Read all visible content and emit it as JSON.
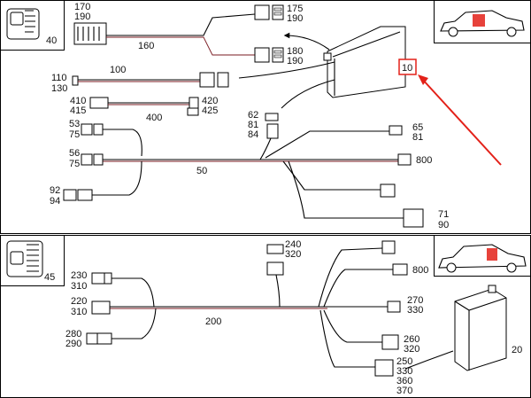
{
  "callout_color": "#e32119",
  "wire_accent_color": "#7a1b22",
  "top": {
    "corner_label": "40",
    "harness_label_upper": "160",
    "harness_label_main": "50",
    "harness_label_small": "100",
    "harness_label_side": "400",
    "module_callout": "10",
    "parts": {
      "p170": "170",
      "p190a": "190",
      "p175": "175",
      "p190b": "190",
      "p180": "180",
      "p190c": "190",
      "p110": "110",
      "p130": "130",
      "p410": "410",
      "p415": "415",
      "p420": "420",
      "p425": "425",
      "p62": "62",
      "p81a": "81",
      "p84": "84",
      "p53": "53",
      "p75a": "75",
      "p56": "56",
      "p75b": "75",
      "p65": "65",
      "p81b": "81",
      "p800a": "800",
      "p92": "92",
      "p94": "94",
      "p71": "71",
      "p90": "90"
    }
  },
  "bottom": {
    "corner_label": "45",
    "harness_label_main": "200",
    "module_label": "20",
    "parts": {
      "p240": "240",
      "p320a": "320",
      "p800b": "800",
      "p230": "230",
      "p310a": "310",
      "p220": "220",
      "p310b": "310",
      "p270": "270",
      "p330a": "330",
      "p280": "280",
      "p290": "290",
      "p260": "260",
      "p320b": "320",
      "p250": "250",
      "p330b": "330",
      "p360": "360",
      "p370": "370"
    }
  }
}
